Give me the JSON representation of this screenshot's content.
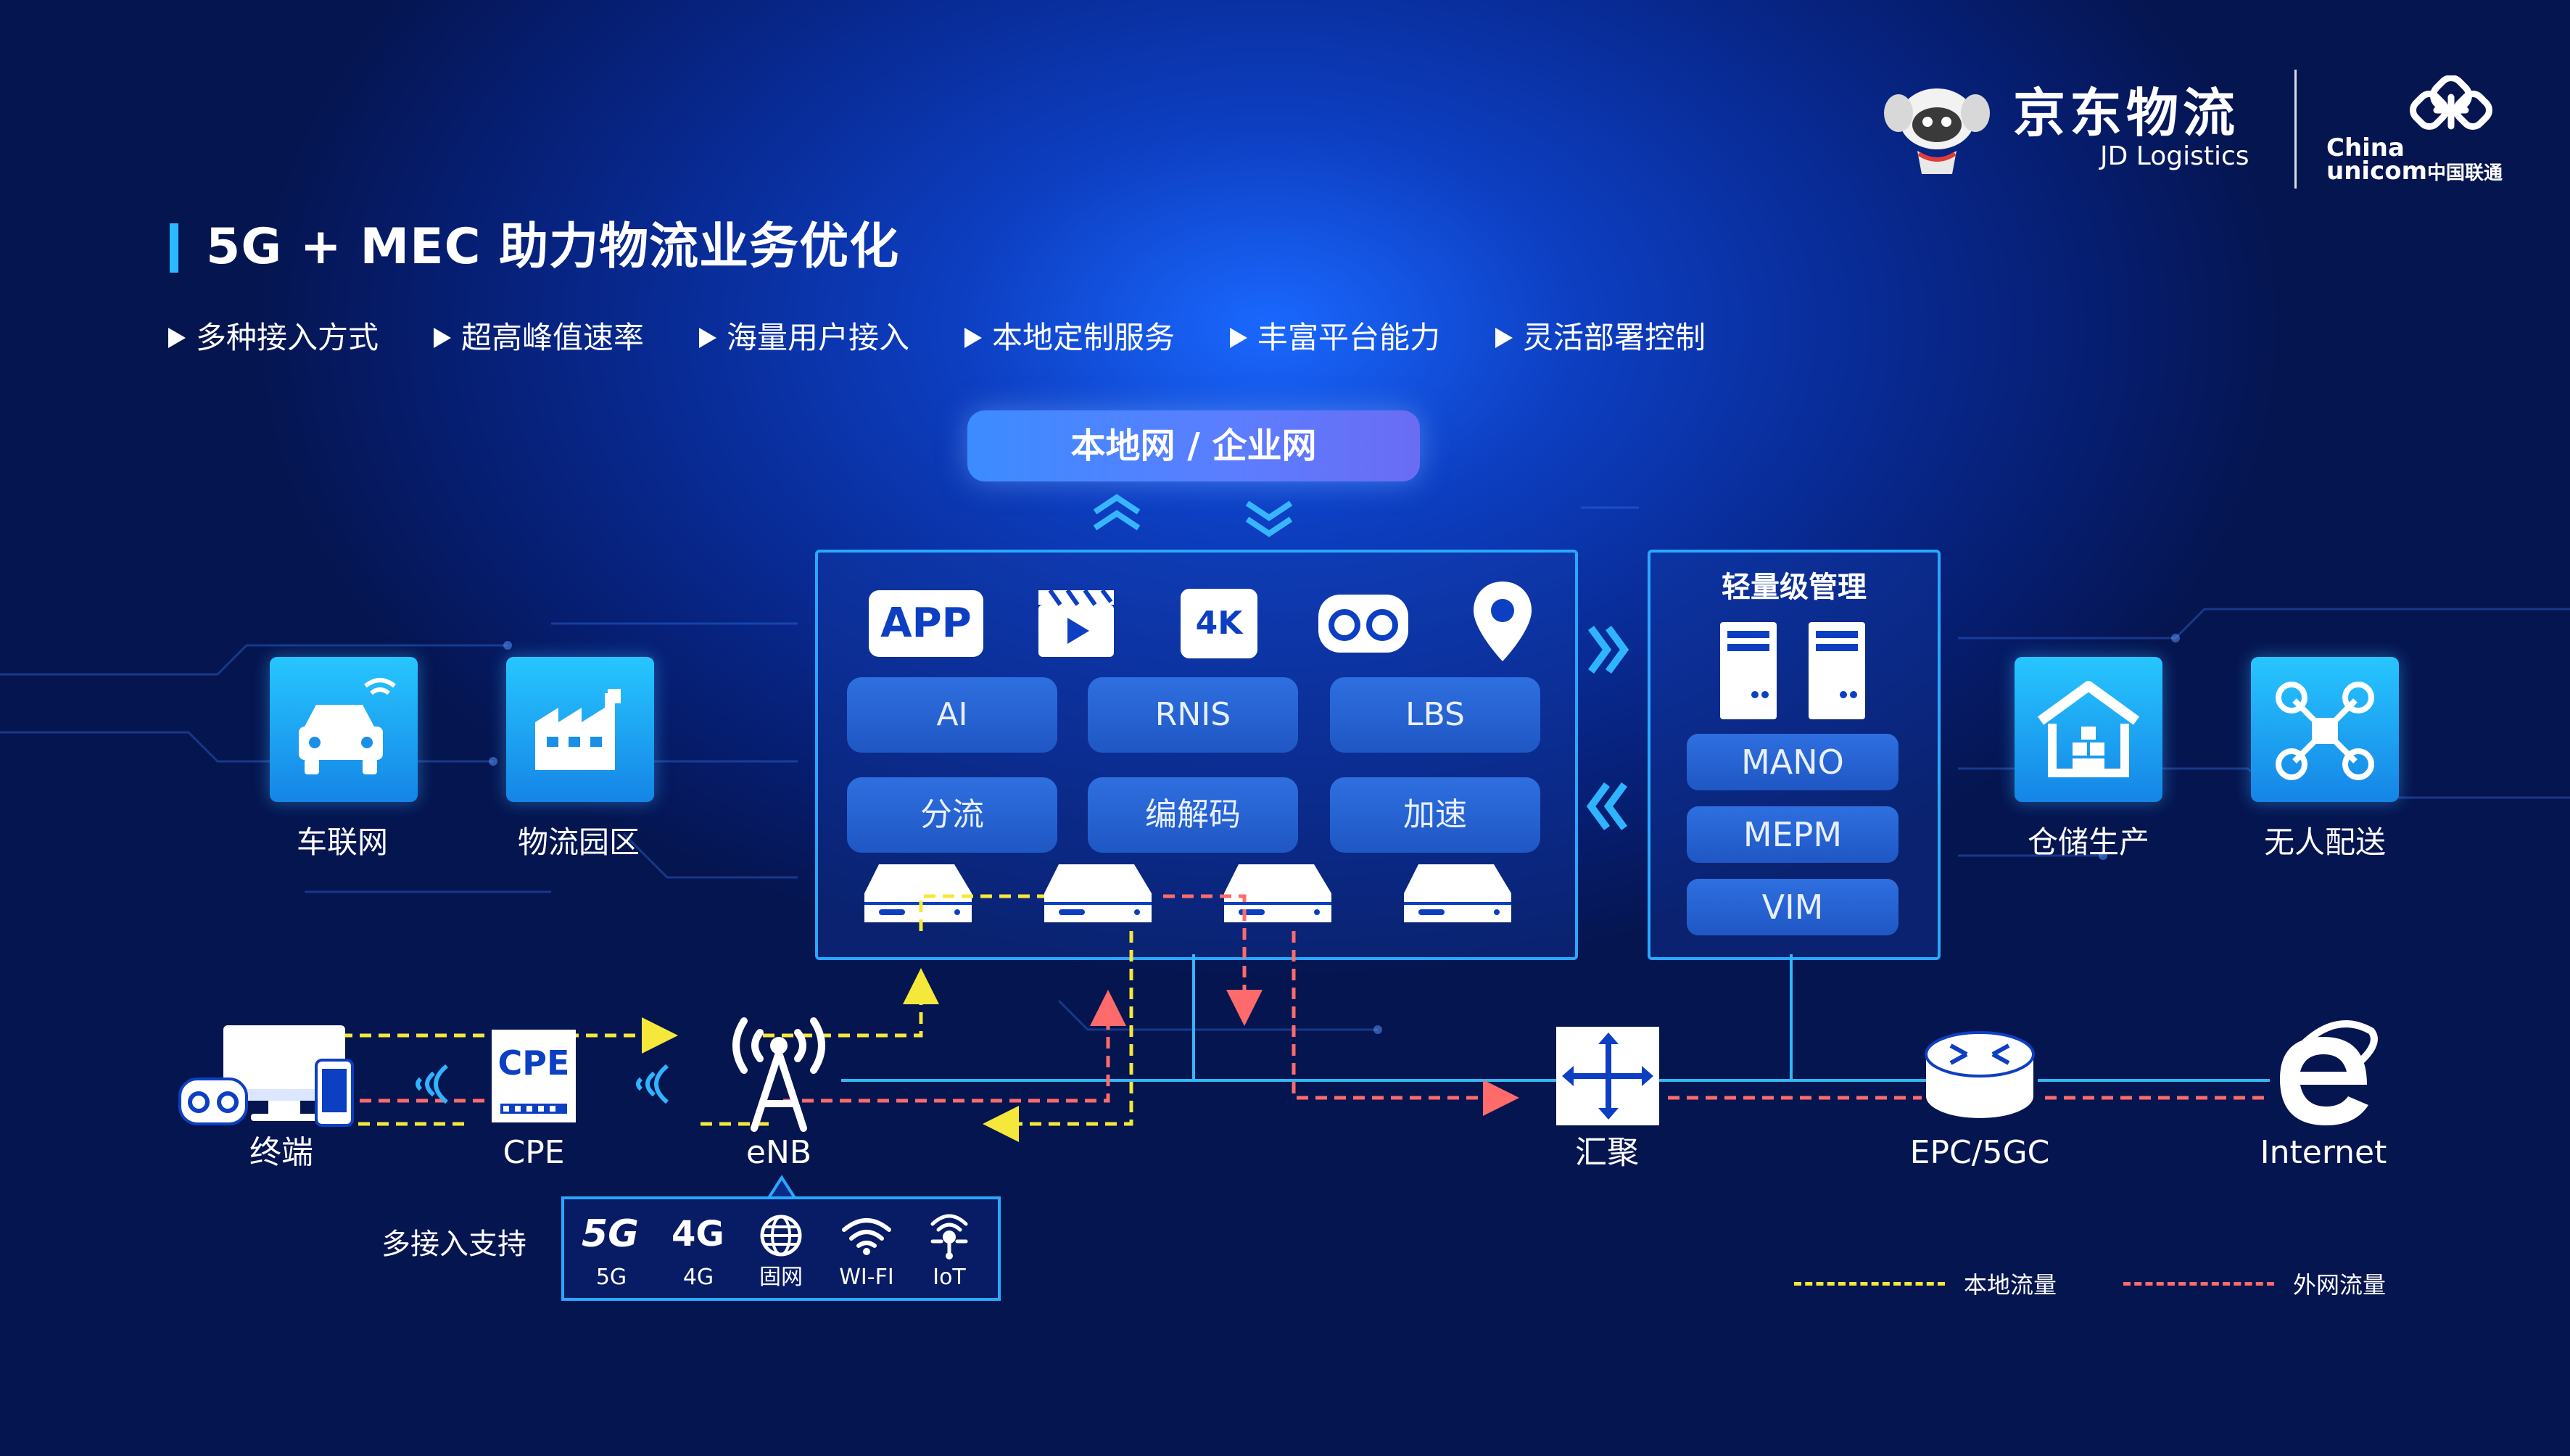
{
  "header": {
    "title": "5G + MEC 助力物流业务优化",
    "features": [
      "多种接入方式",
      "超高峰值速率",
      "海量用户接入",
      "本地定制服务",
      "丰富平台能力",
      "灵活部署控制"
    ]
  },
  "logos": {
    "jd_cn": "京东物流",
    "jd_en": "JD Logistics",
    "unicom_en_1": "China",
    "unicom_en_2": "unicom",
    "unicom_cn": "中国联通"
  },
  "local_net": "本地网 / 企业网",
  "mec": {
    "badges": {
      "app": "APP",
      "k4": "4K"
    },
    "functions": [
      "AI",
      "RNIS",
      "LBS",
      "分流",
      "编解码",
      "加速"
    ]
  },
  "management": {
    "title": "轻量级管理",
    "items": [
      "MANO",
      "MEPM",
      "VIM"
    ]
  },
  "scenarios": {
    "left": [
      "车联网",
      "物流园区"
    ],
    "right": [
      "仓储生产",
      "无人配送"
    ]
  },
  "network": {
    "terminal": "终端",
    "cpe_badge": "CPE",
    "cpe": "CPE",
    "enb": "eNB",
    "aggregation": "汇聚",
    "core": "EPC/5GC",
    "internet": "Internet"
  },
  "multi_access": {
    "label": "多接入支持",
    "items": [
      {
        "icon": "5G",
        "label": "5G"
      },
      {
        "icon": "4G",
        "label": "4G"
      },
      {
        "icon": "globe",
        "label": "固网"
      },
      {
        "icon": "wifi",
        "label": "WI-FI"
      },
      {
        "icon": "iot",
        "label": "IoT"
      }
    ]
  },
  "legend": {
    "local": "本地流量",
    "external": "外网流量"
  },
  "colors": {
    "local_traffic": "#f5e83a",
    "external_traffic": "#ff6b6b",
    "box_border": "#2aa8ff",
    "tile": "#1ea7f2"
  }
}
